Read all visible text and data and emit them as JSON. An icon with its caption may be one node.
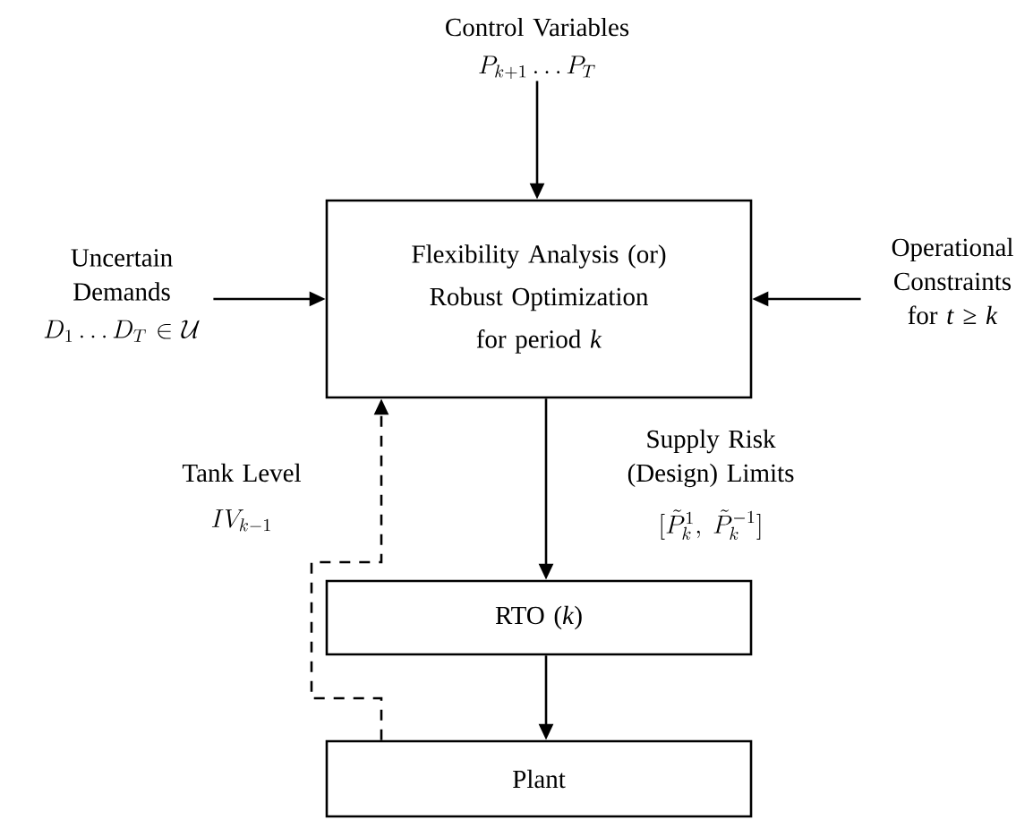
{
  "diagram": {
    "nodes": [
      {
        "text": [
          "Flexibility Analysis (or) Robust Optimization for period *k*"
        ]
      },
      {
        "text": [
          "RTO (*k*)"
        ]
      },
      {
        "text": [
          "Plant"
        ]
      },
      {
        "text": [
          "Control Variables",
          "P_{k+1}\\ldots P_T"
        ]
      },
      {
        "text": [
          "Uncertain Demands",
          "D_1\\ldots D_T \\in \\mathcal{U}"
        ]
      },
      {
        "text": [
          "Operational Constraints for *t* ≥ *k*"
        ]
      }
    ],
    "edges": [
      {
        "from": 3,
        "to": 0,
        "arrow": "to"
      },
      {
        "from": 4,
        "to": 0,
        "arrow": "to"
      },
      {
        "from": 5,
        "to": 0,
        "arrow": "to"
      },
      {
        "from": 0,
        "to": 1,
        "arrow": "to",
        "label": "Supply Risk (Design) Limits"
      },
      {
        "from": 1,
        "to": 2,
        "arrow": "to"
      },
      {
        "from": 2,
        "to": 0,
        "arrow": "to",
        "style": "dashed",
        "label": "Tank Level"
      }
    ],
    "labels": [
      "[\\tilde{P}_k^{1},\\ \\tilde{P}_k^{-1}]",
      "IV_{k-1}"
    ]
  }
}
